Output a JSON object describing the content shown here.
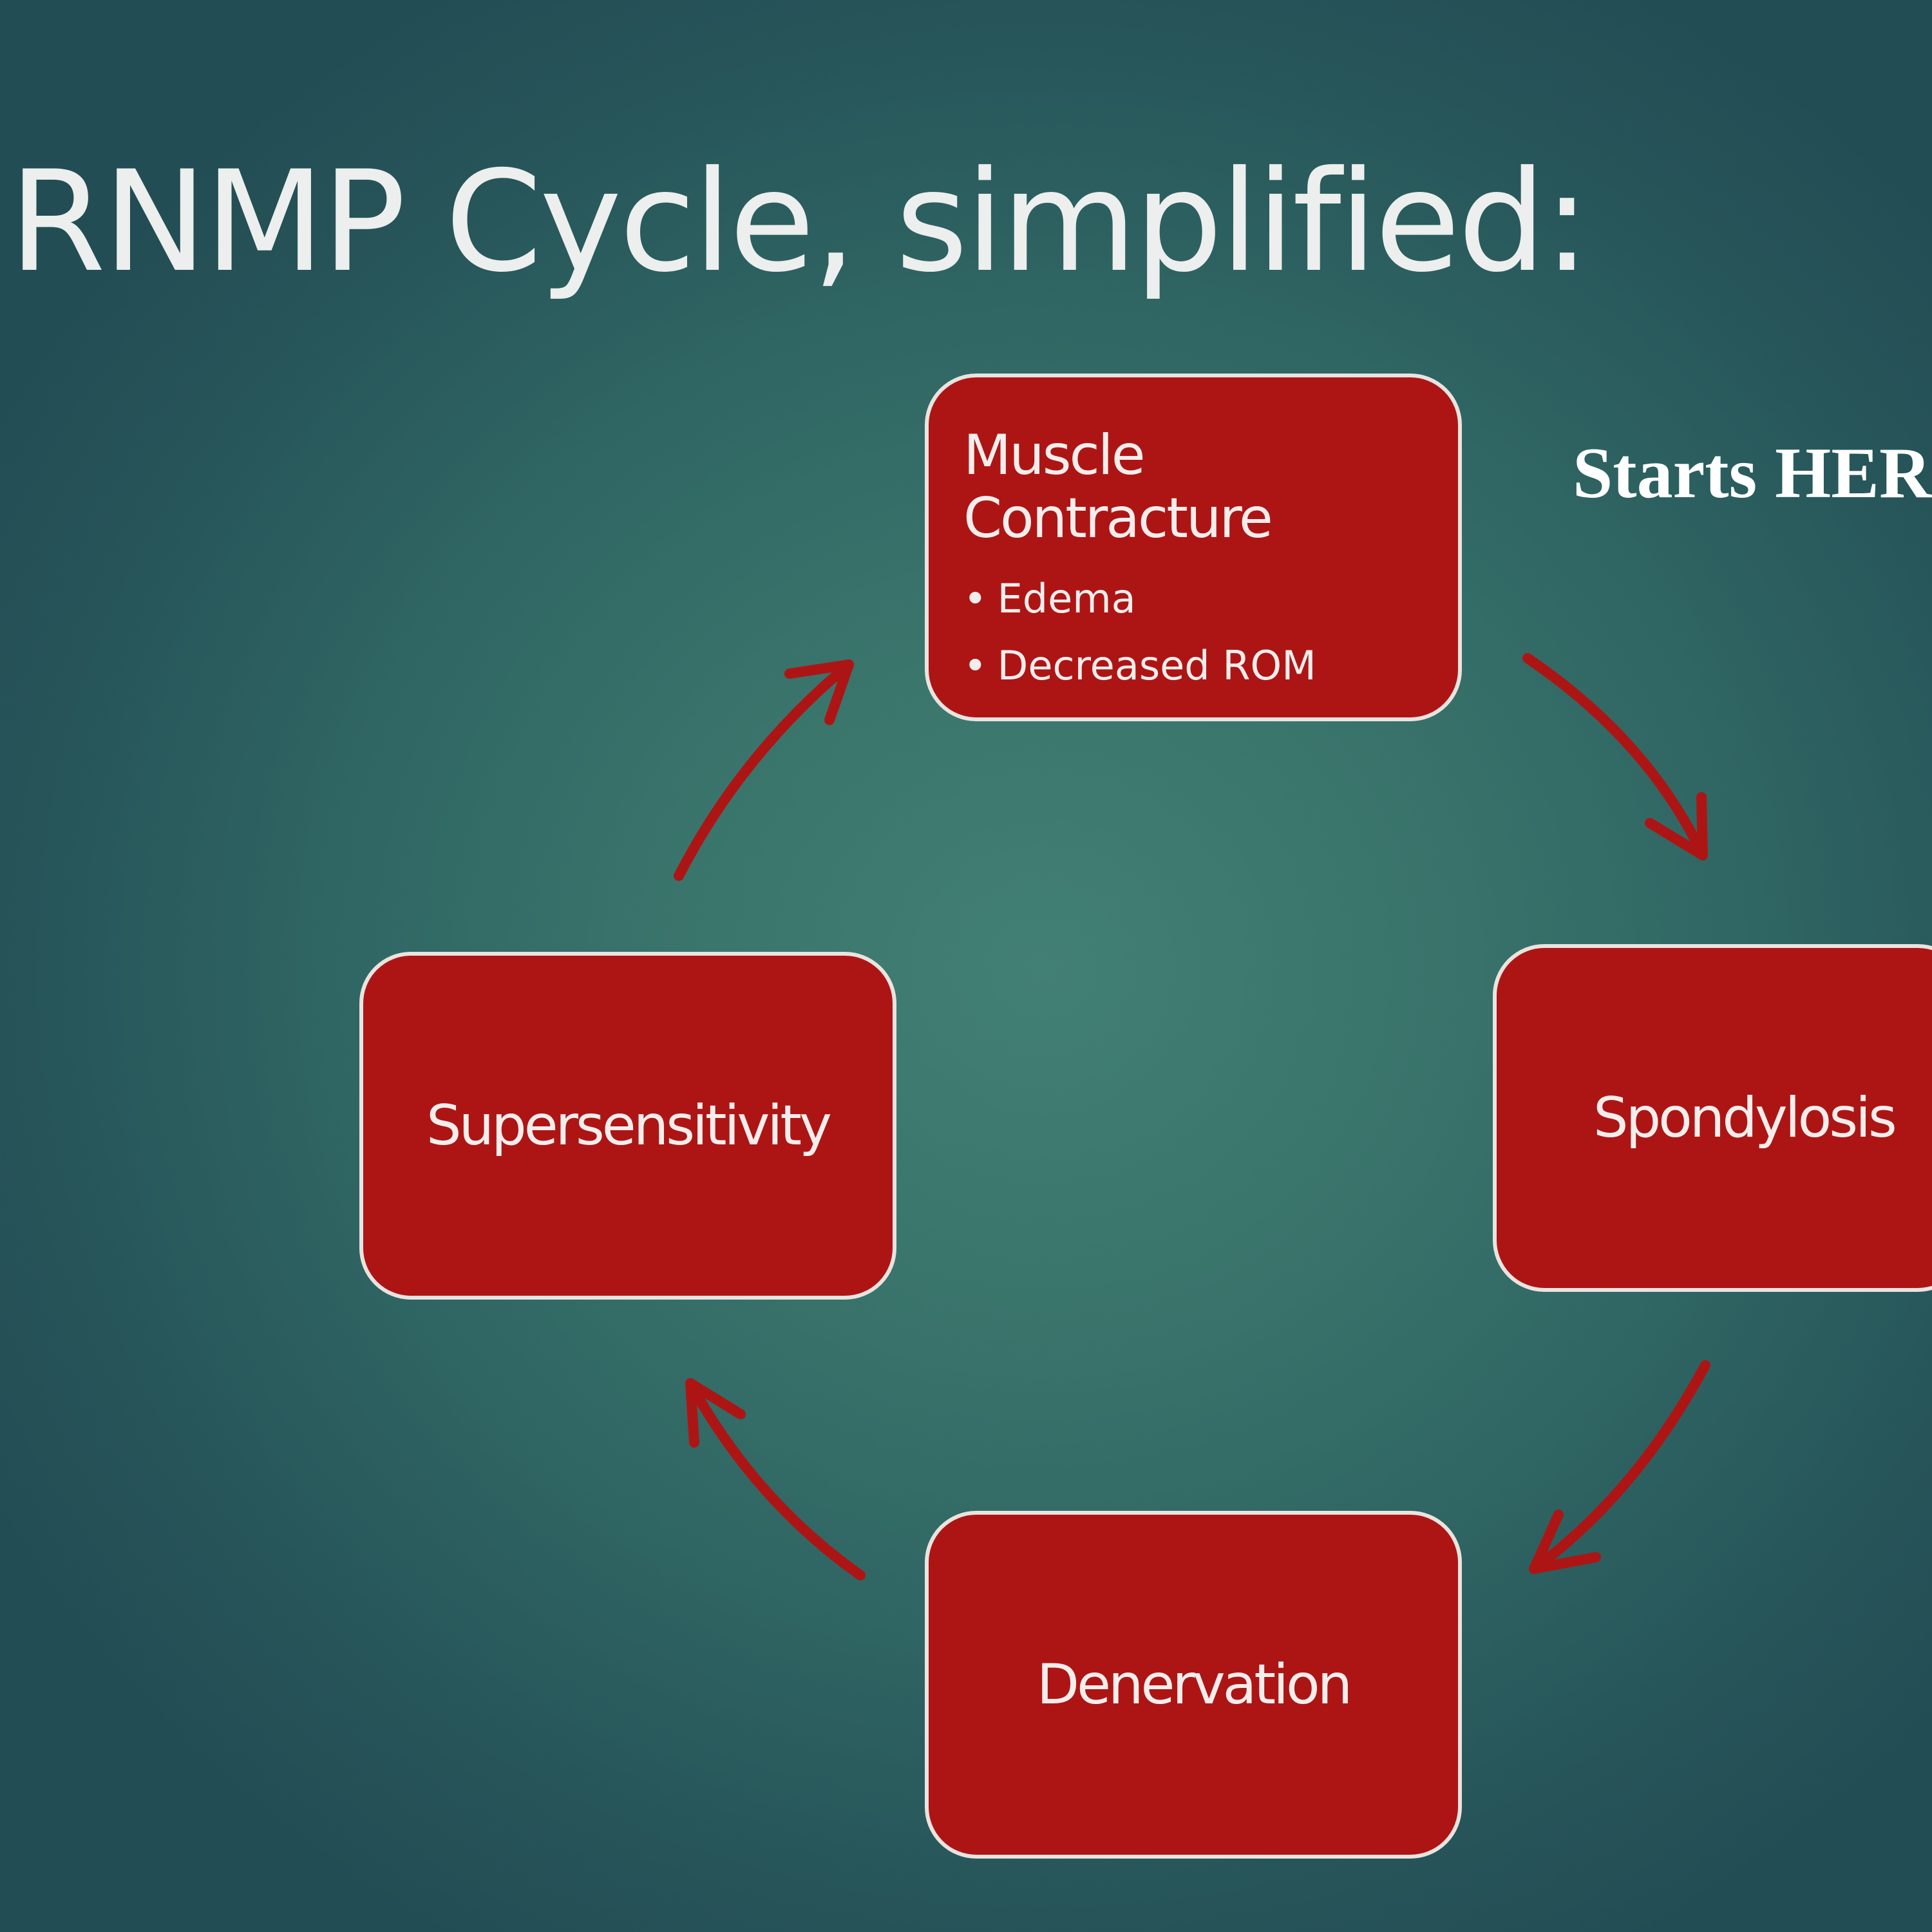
{
  "slide": {
    "title": "RNMP Cycle, simplified:",
    "note": "Starts HERE"
  },
  "cycle": {
    "nodes": [
      {
        "id": "muscle-contracture",
        "label": "Muscle Contracture",
        "label_line1": "Muscle",
        "label_line2": "Contracture",
        "bullets": [
          "Edema",
          "Decreased ROM"
        ]
      },
      {
        "id": "spondylosis",
        "label": "Spondylosis"
      },
      {
        "id": "denervation",
        "label": "Denervation"
      },
      {
        "id": "supersensitivity",
        "label": "Supersensitivity"
      }
    ]
  },
  "colors": {
    "node_fill": "#ad1515",
    "node_border": "#e9e4e0",
    "arrow": "#ad1515",
    "background_center": "#427f74",
    "background_edge": "#234d54",
    "text": "#f3eeec"
  },
  "icons": {
    "bullet": "•"
  }
}
